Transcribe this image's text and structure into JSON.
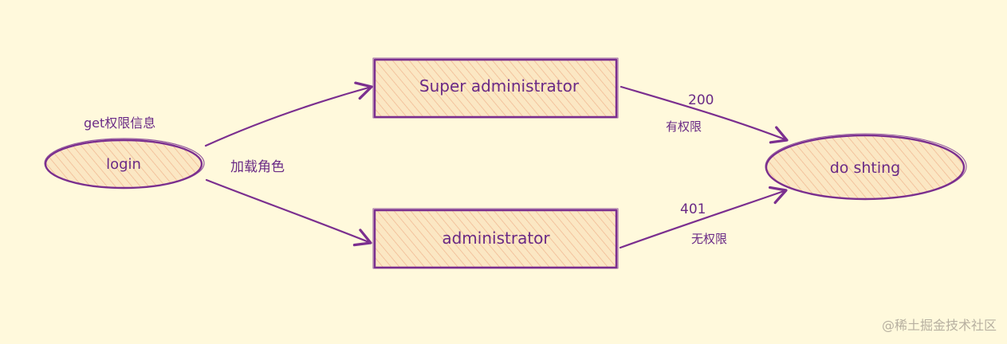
{
  "nodes": {
    "login": "login",
    "super_admin": "Super administrator",
    "admin": "administrator",
    "do_something": "do shting"
  },
  "labels": {
    "get_permissions": "get权限信息",
    "load_role": "加载角色",
    "code_200": "200",
    "has_permission": "有权限",
    "code_401": "401",
    "no_permission": "无权限"
  },
  "watermark": "@稀土掘金技术社区",
  "colors": {
    "background": "#fff9dc",
    "stroke": "#7b2f8f",
    "text": "#6a2a86",
    "hatch": "#f2b38a"
  }
}
